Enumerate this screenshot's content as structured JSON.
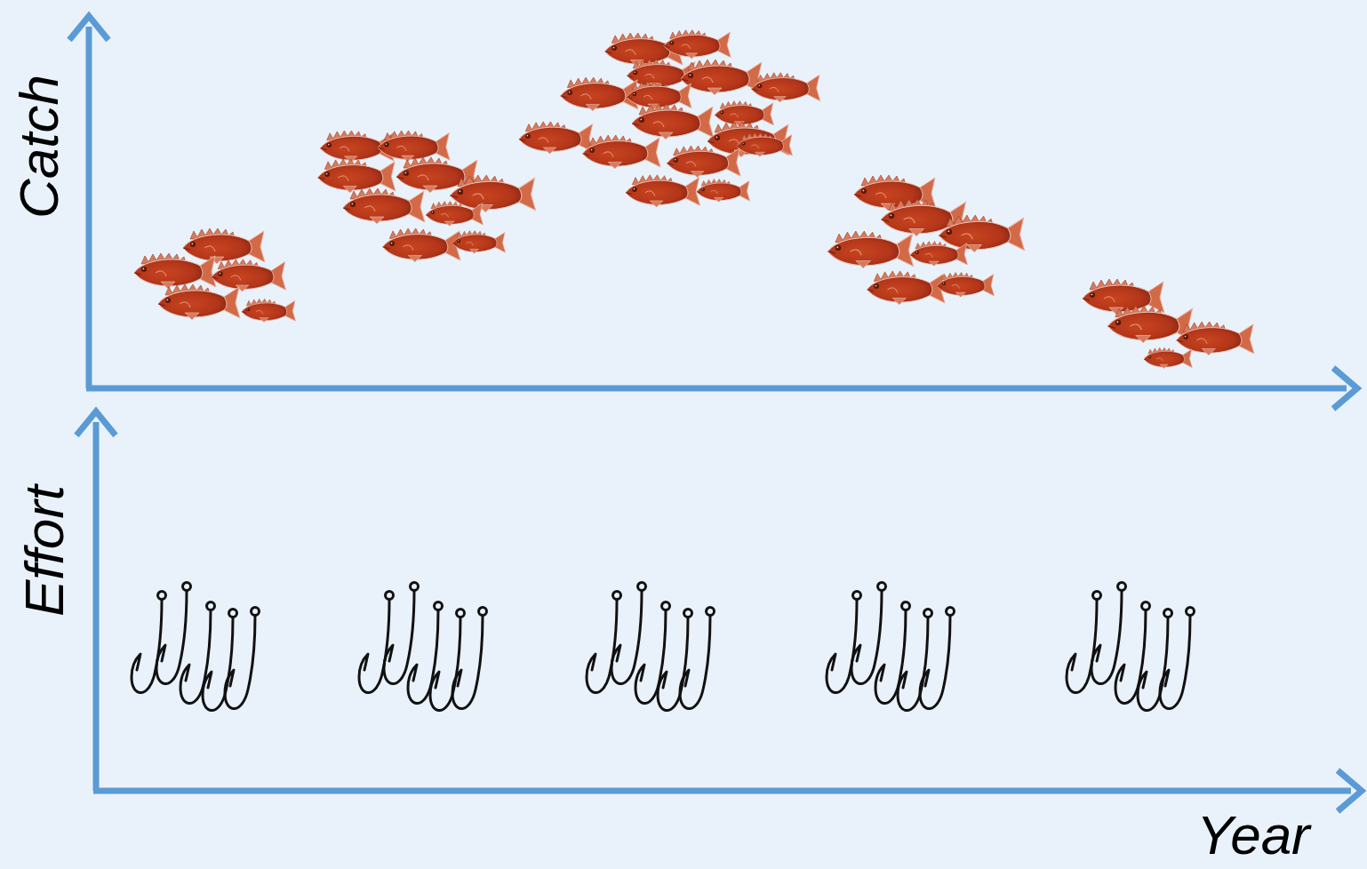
{
  "diagram": {
    "labels": [
      "Catch",
      "Effort",
      "Year"
    ]
  }
}
